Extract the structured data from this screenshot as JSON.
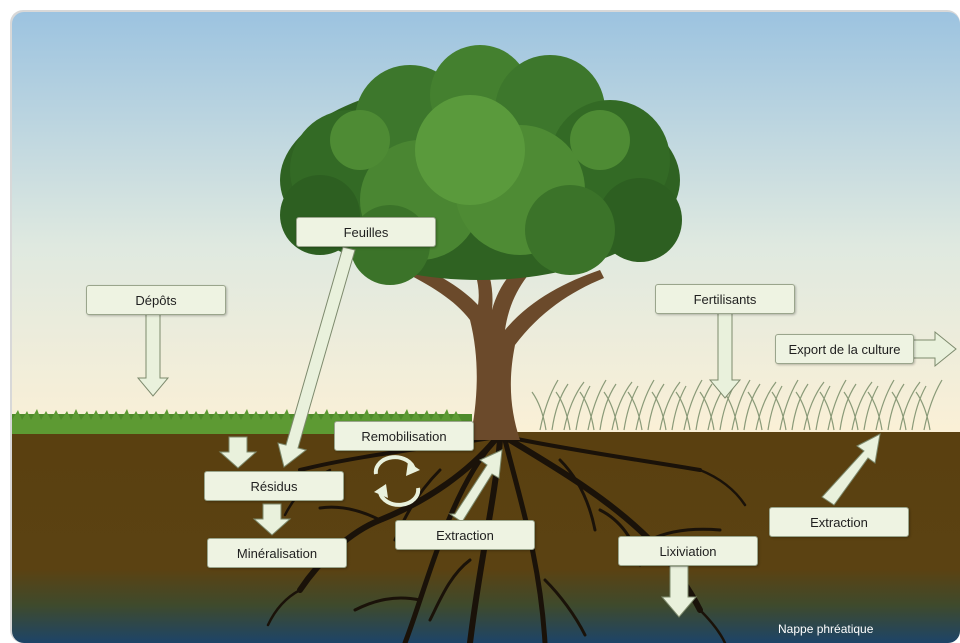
{
  "labels": {
    "feuilles": "Feuilles",
    "depots": "Dépôts",
    "fertilisants": "Fertilisants",
    "export": "Export de la culture",
    "remobilisation": "Remobilisation",
    "residus": "Résidus",
    "mineralisation": "Minéralisation",
    "extraction_tree": "Extraction",
    "extraction_crop": "Extraction",
    "lixiviation": "Lixiviation",
    "nappe": "Nappe phréatique"
  },
  "colors": {
    "sky_top": "#9cc3e0",
    "sky_horizon": "#fbf0d6",
    "grass": "#4e8a2a",
    "soil": "#5b4212",
    "groundwater": "#21476a",
    "foliage": "#3f7a2c",
    "trunk": "#6b4a2b",
    "roots": "#1a1209",
    "arrow_fill": "#e9f1dc",
    "arrow_stroke": "#7d8a6d"
  }
}
